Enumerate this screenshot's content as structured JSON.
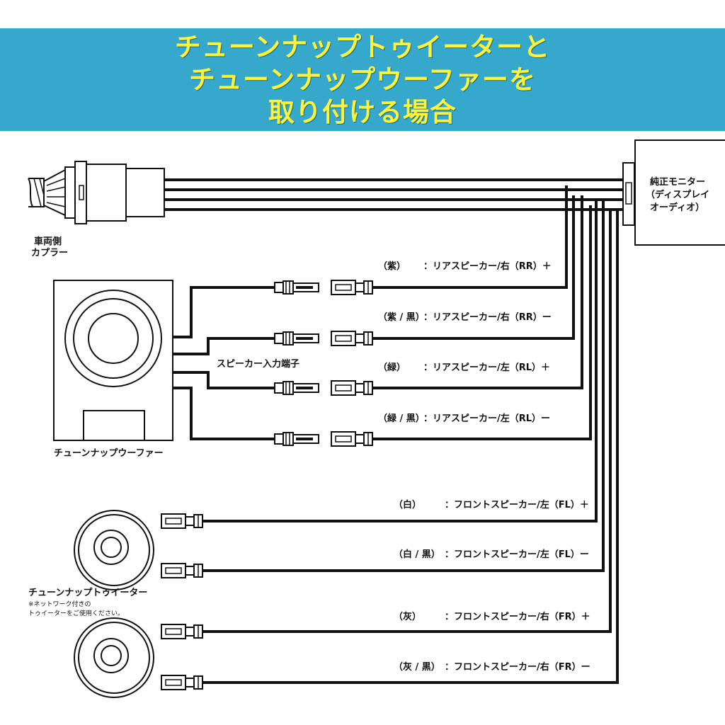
{
  "banner": {
    "line1": "チューンナップトゥイーターと",
    "line2": "チューンナップウーファーを",
    "line3": "取り付ける場合"
  },
  "labels": {
    "vehicle_coupler_1": "車両側",
    "vehicle_coupler_2": "カプラー",
    "monitor_1": "純正モニター",
    "monitor_2": "（ディスプレイ",
    "monitor_3": "オーディオ）",
    "speaker_input": "スピーカー入力端子",
    "woofer": "チューンナップウーファー",
    "tweeter": "チューンナップトゥイーター",
    "tweeter_note_1": "※ネットワーク付きの",
    "tweeter_note_2": "トゥイーターをご使用ください。"
  },
  "wires": [
    {
      "color_name": "（紫）",
      "desc": "：リアスピーカー/右（RR）＋"
    },
    {
      "color_name": "（紫 / 黒）",
      "desc": "：リアスピーカー/右（RR）ー"
    },
    {
      "color_name": "（緑）",
      "desc": "：リアスピーカー/左（RL）＋"
    },
    {
      "color_name": "（緑 / 黒）",
      "desc": "：リアスピーカー/左（RL）ー"
    },
    {
      "color_name": "（白）",
      "desc": "：フロントスピーカー/左（FL）＋"
    },
    {
      "color_name": "（白 / 黒）",
      "desc": "：フロントスピーカー/左（FL）ー"
    },
    {
      "color_name": "（灰）",
      "desc": "：フロントスピーカー/右（FR）＋"
    },
    {
      "color_name": "（灰 / 黒）",
      "desc": "：フロントスピーカー/右（FR）ー"
    }
  ],
  "colors": {
    "banner_bg": "#35a8cb",
    "banner_text": "#fff23a",
    "wire": "#111111"
  }
}
